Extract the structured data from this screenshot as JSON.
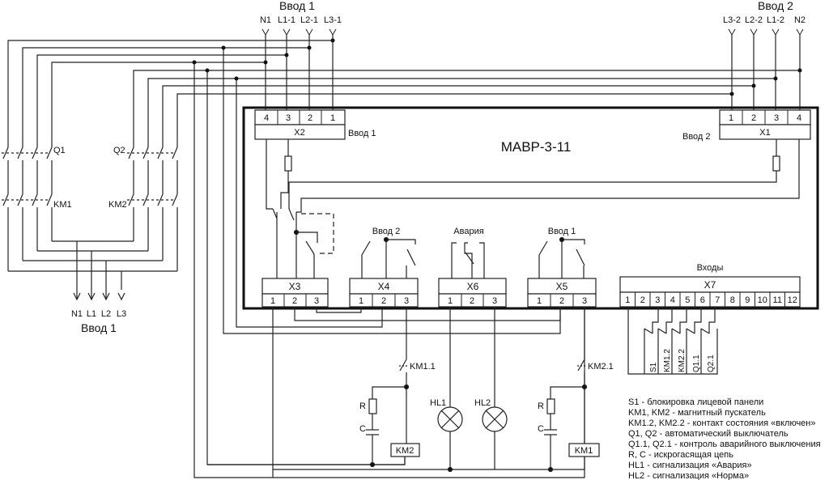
{
  "input1": {
    "title": "Ввод 1",
    "terminals": [
      "N1",
      "L1-1",
      "L2-1",
      "L3-1"
    ]
  },
  "input2": {
    "title": "Ввод 2",
    "terminals": [
      "L3-2",
      "L2-2",
      "L1-2",
      "N2"
    ]
  },
  "device": {
    "title": "МАВР-3-11"
  },
  "x2": {
    "name": "X2",
    "pins": [
      "4",
      "3",
      "2",
      "1"
    ],
    "caption": "Ввод 1"
  },
  "x1": {
    "name": "X1",
    "pins": [
      "1",
      "2",
      "3",
      "4"
    ],
    "caption": "Ввод 2"
  },
  "switches": {
    "q1": "Q1",
    "q2": "Q2",
    "km1": "KM1",
    "km2": "KM2"
  },
  "output": {
    "labels": [
      "N1",
      "L1",
      "L2",
      "L3"
    ],
    "title": "Ввод 1"
  },
  "relays": {
    "r1": "Ввод 2",
    "r2": "Авария",
    "r3": "Ввод 1"
  },
  "x3": {
    "name": "X3",
    "pins": [
      "1",
      "2",
      "3"
    ]
  },
  "x4": {
    "name": "X4",
    "pins": [
      "1",
      "2",
      "3"
    ]
  },
  "x6": {
    "name": "X6",
    "pins": [
      "1",
      "2",
      "3"
    ]
  },
  "x5": {
    "name": "X5",
    "pins": [
      "1",
      "2",
      "3"
    ]
  },
  "inputs_title": "Входы",
  "x7": {
    "name": "X7",
    "pins": [
      "1",
      "2",
      "3",
      "4",
      "5",
      "6",
      "7",
      "8",
      "9",
      "10",
      "11",
      "12"
    ]
  },
  "contacts": [
    "S1",
    "KM1.2",
    "KM2.2",
    "Q1.1",
    "Q2.1"
  ],
  "km11": "KM1.1",
  "km21": "KM2.1",
  "rc_left": {
    "r": "R",
    "c": "C",
    "coil": "KM2"
  },
  "rc_right": {
    "r": "R",
    "c": "C",
    "coil": "KM1"
  },
  "lamps": [
    "HL1",
    "HL2"
  ],
  "legend": [
    "S1 - блокировка лицевой панели",
    "KM1, KM2 - магнитный пускатель",
    "KM1.2, KM2.2 - контакт состояния «включен»",
    "Q1, Q2 - автоматический выключатель",
    "Q1.1, Q2.1 - контроль аварийного выключения",
    "R, C - искрогасящая цепь",
    "HL1 - сигнализация «Авария»",
    "HL2 - сигнализация «Норма»"
  ]
}
